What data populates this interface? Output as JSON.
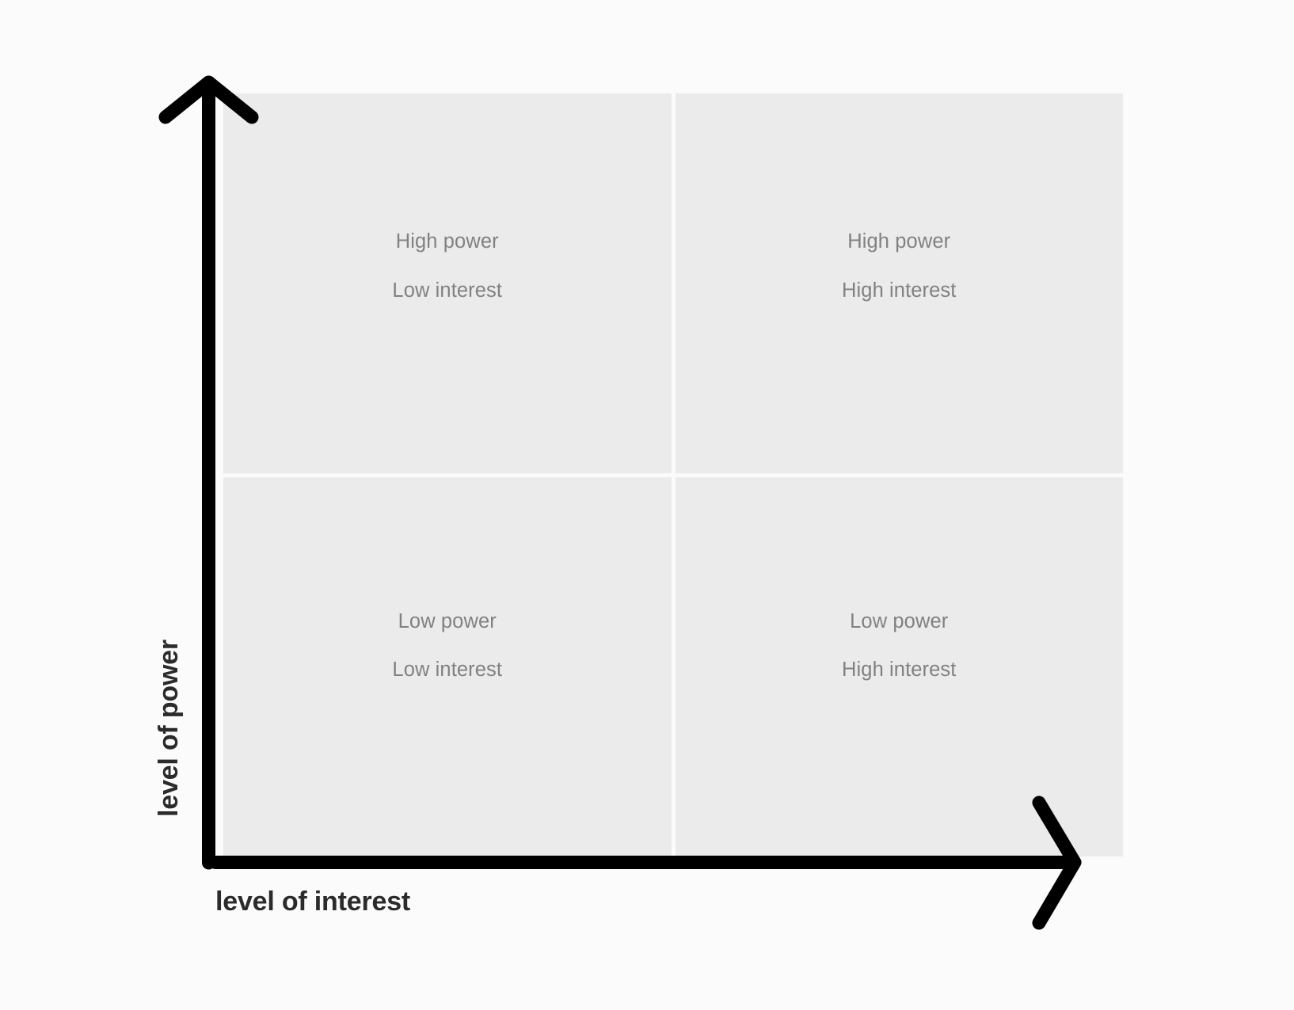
{
  "chart_data": {
    "type": "table",
    "title": "",
    "xlabel": "level of interest",
    "ylabel": "level of power",
    "grid": "2x2",
    "axis_arrows": [
      "up",
      "right"
    ],
    "categories": [
      "Low interest",
      "High interest"
    ],
    "rows": [
      "High power",
      "Low power"
    ],
    "cells": [
      {
        "row": 0,
        "col": 0,
        "power": "High power",
        "interest": "Low interest"
      },
      {
        "row": 0,
        "col": 1,
        "power": "High power",
        "interest": "High interest"
      },
      {
        "row": 1,
        "col": 0,
        "power": "Low power",
        "interest": "Low interest"
      },
      {
        "row": 1,
        "col": 1,
        "power": "Low power",
        "interest": "High interest"
      }
    ]
  },
  "axes": {
    "x_label": "level of interest",
    "y_label": "level of power"
  },
  "quadrants": [
    {
      "line1": "High power",
      "line2": "Low interest"
    },
    {
      "line1": "High power",
      "line2": "High interest"
    },
    {
      "line1": "Low power",
      "line2": "Low interest"
    },
    {
      "line1": "Low power",
      "line2": "High interest"
    }
  ],
  "colors": {
    "background": "#fbfbfb",
    "quadrant_fill": "#ebebeb",
    "quadrant_text": "#818181",
    "axis_line": "#000000",
    "axis_title": "#2b2b2b"
  }
}
